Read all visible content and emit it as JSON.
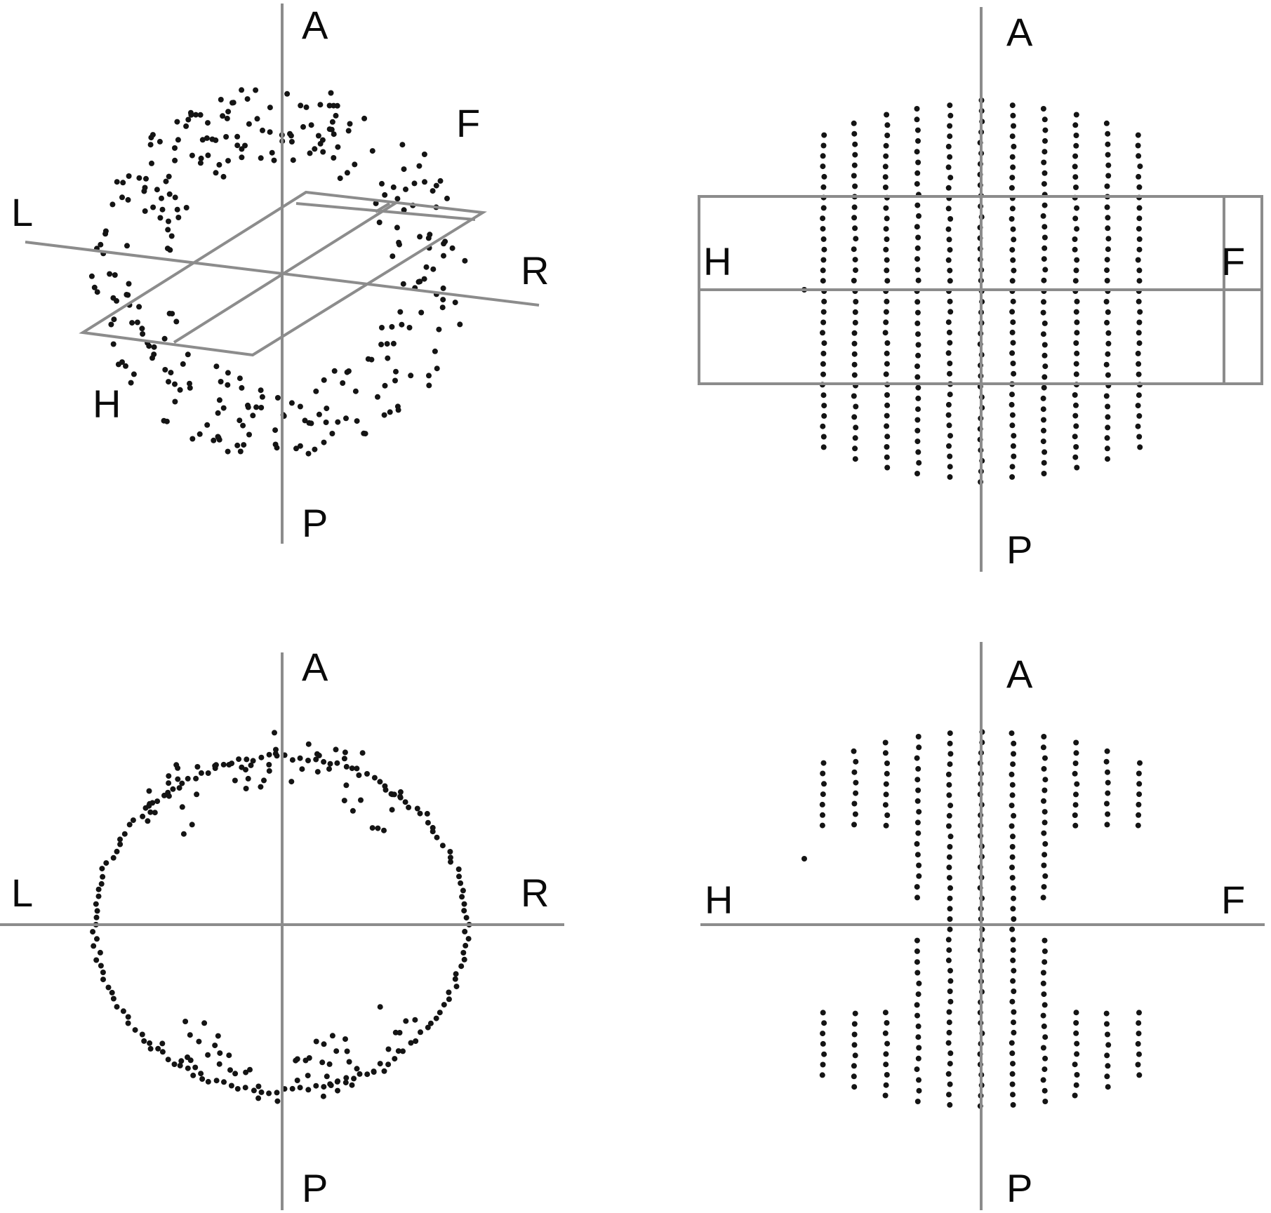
{
  "colors": {
    "axis": "#8c8c8c",
    "dot": "#141414",
    "text": "#0a0a0a",
    "background": "#ffffff"
  },
  "panels": [
    {
      "id": "oblique",
      "labels": {
        "top": "A",
        "bottom": "P",
        "left": "L",
        "right": "R",
        "upper_right": "F",
        "lower_left": "H"
      }
    },
    {
      "id": "side-with-planes",
      "labels": {
        "top": "A",
        "bottom": "P",
        "left": "H",
        "right": "F"
      }
    },
    {
      "id": "lr-section",
      "labels": {
        "top": "A",
        "bottom": "P",
        "left": "L",
        "right": "R"
      }
    },
    {
      "id": "hf-section",
      "labels": {
        "top": "A",
        "bottom": "P",
        "left": "H",
        "right": "F"
      }
    }
  ]
}
